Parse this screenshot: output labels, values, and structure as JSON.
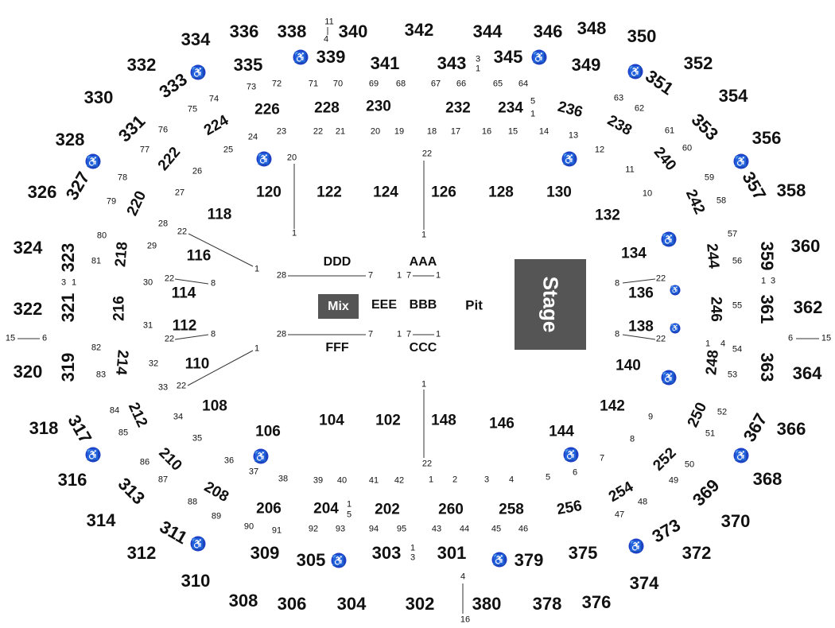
{
  "stage_label": "Stage",
  "mix_label": "Mix",
  "pit_label": "Pit",
  "accessibility_icon": "wheelchair-icon",
  "colors": {
    "stage": "#555555",
    "accessibility": "#1e3fc8"
  },
  "floor_sections": [
    "AAA",
    "BBB",
    "CCC",
    "DDD",
    "EEE",
    "FFF"
  ],
  "sections_100": [
    "102",
    "104",
    "106",
    "108",
    "110",
    "112",
    "114",
    "116",
    "118",
    "120",
    "122",
    "124",
    "126",
    "128",
    "130",
    "132",
    "134",
    "136",
    "138",
    "140",
    "142",
    "144",
    "146",
    "148"
  ],
  "sections_200": [
    "202",
    "204",
    "206",
    "208",
    "210",
    "212",
    "214",
    "216",
    "218",
    "220",
    "222",
    "224",
    "226",
    "228",
    "230",
    "232",
    "234",
    "236",
    "238",
    "240",
    "242",
    "244",
    "246",
    "248",
    "250",
    "252",
    "254",
    "256",
    "258",
    "260"
  ],
  "sections_300": [
    "301",
    "302",
    "303",
    "304",
    "305",
    "306",
    "308",
    "309",
    "310",
    "311",
    "312",
    "313",
    "314",
    "316",
    "317",
    "318",
    "319",
    "320",
    "321",
    "322",
    "323",
    "324",
    "326",
    "327",
    "328",
    "330",
    "331",
    "332",
    "333",
    "334",
    "335",
    "336",
    "338",
    "339",
    "340",
    "341",
    "342",
    "343",
    "344",
    "345",
    "346",
    "348",
    "349",
    "350",
    "351",
    "352",
    "353",
    "354",
    "356",
    "357",
    "358",
    "359",
    "360",
    "361",
    "362",
    "363",
    "364",
    "366",
    "367",
    "368",
    "369",
    "370",
    "372",
    "373",
    "374",
    "375",
    "376",
    "378",
    "379",
    "380"
  ],
  "row_labels": [
    "1",
    "2",
    "3",
    "4",
    "5",
    "6",
    "7",
    "8",
    "9",
    "10",
    "11",
    "12",
    "13",
    "14",
    "15",
    "16",
    "17",
    "18",
    "19",
    "20",
    "21",
    "22",
    "23",
    "24",
    "25",
    "26",
    "27",
    "28",
    "29",
    "30",
    "31",
    "32",
    "33",
    "34",
    "35",
    "36",
    "37",
    "38",
    "39",
    "40",
    "41",
    "42",
    "43",
    "44",
    "45",
    "46",
    "47",
    "48",
    "49",
    "50",
    "51",
    "52",
    "53",
    "54",
    "55",
    "56",
    "57",
    "58",
    "59",
    "60",
    "61",
    "62",
    "63",
    "64",
    "65",
    "66",
    "67",
    "68",
    "69",
    "70",
    "71",
    "72",
    "73",
    "74",
    "75",
    "76",
    "77",
    "78",
    "79",
    "80",
    "81",
    "82",
    "83",
    "84",
    "85",
    "86",
    "87",
    "88",
    "89",
    "90",
    "91",
    "92",
    "93",
    "94",
    "95"
  ]
}
